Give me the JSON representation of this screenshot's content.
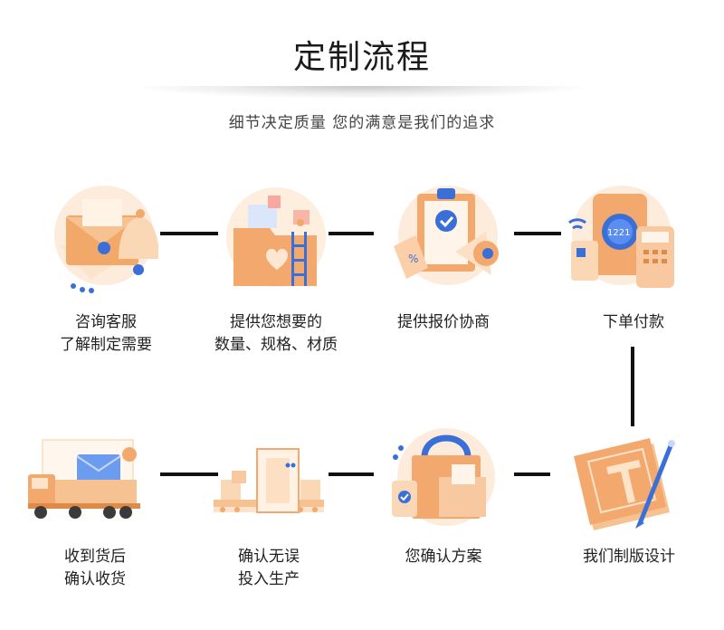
{
  "header": {
    "title": "定制流程",
    "subtitle": "细节决定质量 您的满意是我们的追求"
  },
  "steps": [
    {
      "line1": "咨询客服",
      "line2": "了解制定需要",
      "icon": "envelope-bell-icon"
    },
    {
      "line1": "提供您想要的",
      "line2": "数量、规格、材质",
      "icon": "folder-ladder-icon"
    },
    {
      "line1": "提供报价协商",
      "line2": "",
      "icon": "clipboard-megaphone-icon"
    },
    {
      "line1": "下单付款",
      "line2": "",
      "icon": "pos-terminal-icon"
    },
    {
      "line1": "我们制版设计",
      "line2": "",
      "icon": "design-blueprint-icon"
    },
    {
      "line1": "您确认方案",
      "line2": "",
      "icon": "shopping-bag-icon"
    },
    {
      "line1": "确认无误",
      "line2": "投入生产",
      "icon": "production-line-icon"
    },
    {
      "line1": "收到货后",
      "line2": "确认收货",
      "icon": "delivery-truck-icon"
    }
  ],
  "colors": {
    "orange": "#f0a060",
    "light_orange": "#fbd8b8",
    "blue": "#3b6fd8",
    "line": "#111111"
  }
}
